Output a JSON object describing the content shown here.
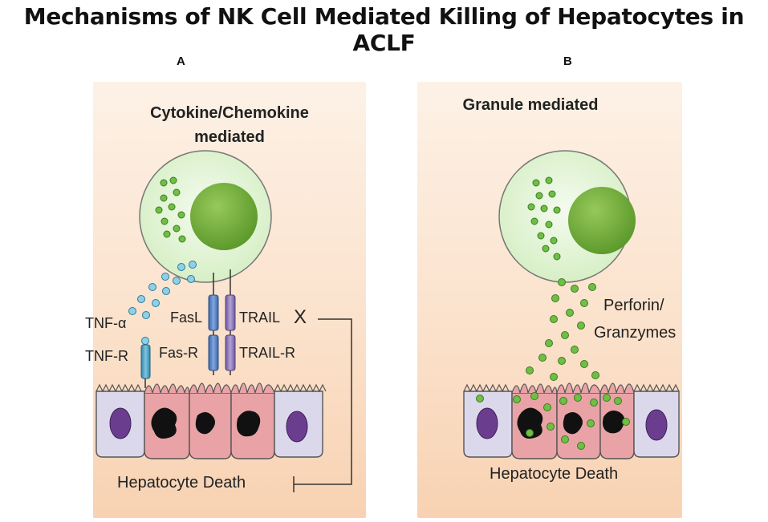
{
  "title": "Mechanisms of NK Cell Mediated Killing of Hepatocytes in ACLF",
  "panel_a": {
    "letter": "A",
    "heading_line1": "Cytokine/Chemokine",
    "heading_line2": "mediated",
    "labels": {
      "tnf_alpha": "TNF-α",
      "fasl": "FasL",
      "trail": "TRAIL",
      "x_mark": "X",
      "tnf_r": "TNF-R",
      "fas_r": "Fas-R",
      "trail_r": "TRAIL-R"
    },
    "death_label": "Hepatocyte Death"
  },
  "panel_b": {
    "letter": "B",
    "heading": "Granule mediated",
    "label_line1": "Perforin/",
    "label_line2": "Granzymes",
    "death_label": "Hepatocyte Death"
  },
  "colors": {
    "panel_top": "#fdf1e6",
    "panel_bottom": "#f8d2b2",
    "nk_cell": "#e6f5dc",
    "nucleus": "#7cb540",
    "granule": "#6fbf45",
    "cytokine": "#7ec8e3",
    "fas_bar": "#4f7fbf",
    "trail_bar": "#8a72b5",
    "healthy_cell": "#dcd8ec",
    "healthy_nucleus": "#6b3d8f",
    "dying_cell": "#e9a3a6",
    "dead_nucleus": "#111111"
  }
}
